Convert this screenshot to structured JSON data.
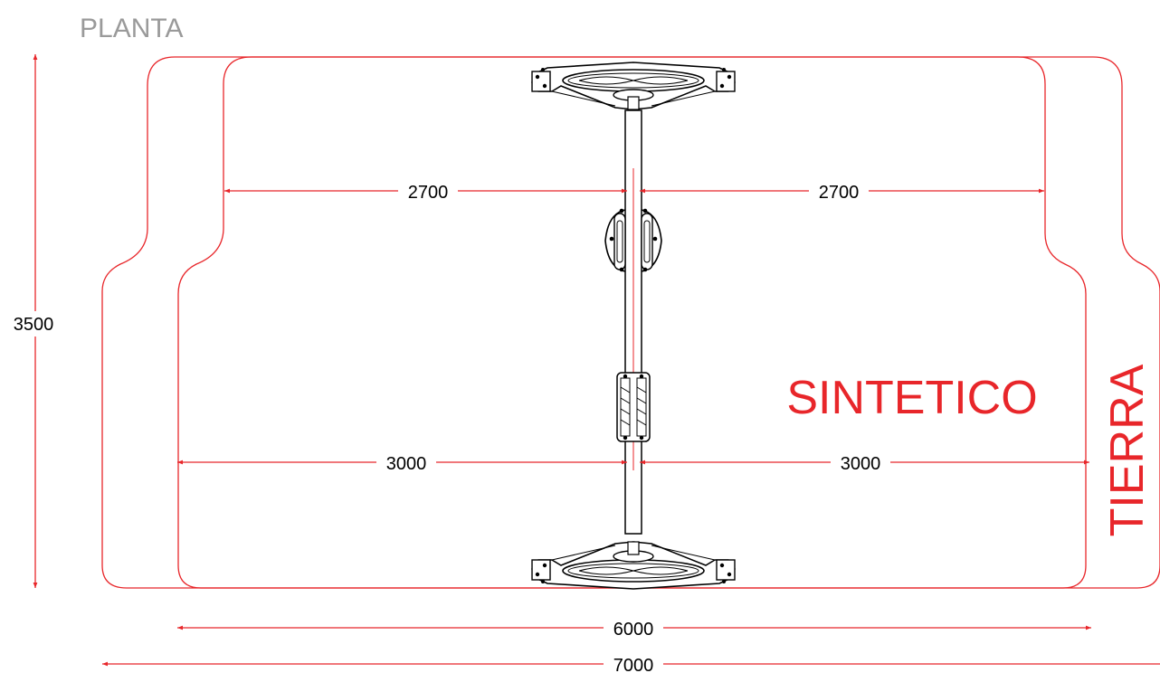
{
  "title": "PLANTA",
  "labels": {
    "sintetico": "SINTETICO",
    "tierra": "TIERRA"
  },
  "dimensions": {
    "height_total": "3500",
    "upper_left": "2700",
    "upper_right": "2700",
    "lower_left": "3000",
    "lower_right": "3000",
    "width_inner": "6000",
    "width_outer": "7000"
  },
  "colors": {
    "dimension": "#e8262a",
    "outline": "#e8262a",
    "equipment": "#000000",
    "title": "#9a9a9a"
  }
}
